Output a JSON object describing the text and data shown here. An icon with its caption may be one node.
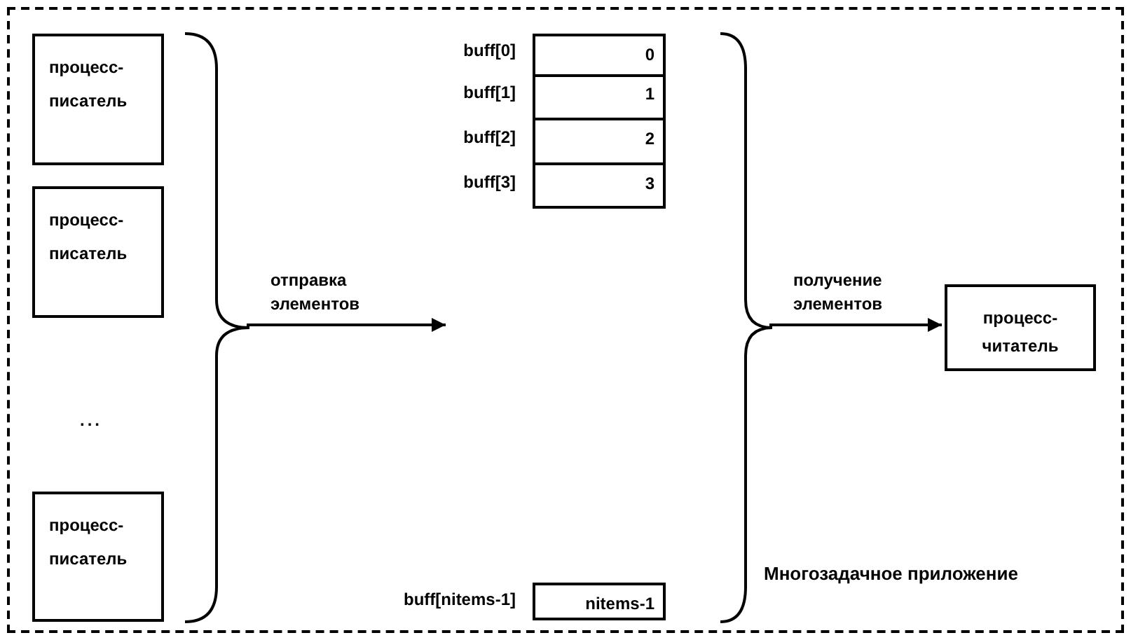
{
  "diagram": {
    "nodes": [
      {
        "text": [
          "Многозадачное приложение"
        ]
      },
      {
        "text": [
          "процесс-писатель"
        ],
        "in": 0
      },
      {
        "text": [
          "процесс-писатель"
        ],
        "in": 0
      },
      {
        "text": [
          "процесс-писатель"
        ],
        "in": 0
      },
      {
        "text": [
          "0"
        ],
        "in": 0,
        "beside": [
          "buff[0]"
        ]
      },
      {
        "text": [
          "1"
        ],
        "in": 0,
        "beside": [
          "buff[1]"
        ]
      },
      {
        "text": [
          "2"
        ],
        "in": 0,
        "beside": [
          "buff[2]"
        ]
      },
      {
        "text": [
          "3"
        ],
        "in": 0,
        "beside": [
          "buff[3]"
        ]
      },
      {
        "text": [
          "nitems-1"
        ],
        "in": 0,
        "beside": [
          "buff[nitems-1]"
        ]
      },
      {
        "text": [
          "процесс-читатель"
        ],
        "in": 0
      },
      {
        "text": [],
        "shape": "brace",
        "in": 0
      },
      {
        "text": [],
        "shape": "brace",
        "in": 0
      }
    ],
    "edges": [
      {
        "from": 10,
        "to": null,
        "arrow": "to",
        "label": "отправка элементов"
      },
      {
        "from": 11,
        "to": 9,
        "arrow": "to",
        "label": "получение элементов"
      }
    ],
    "labels": [
      "..."
    ]
  }
}
